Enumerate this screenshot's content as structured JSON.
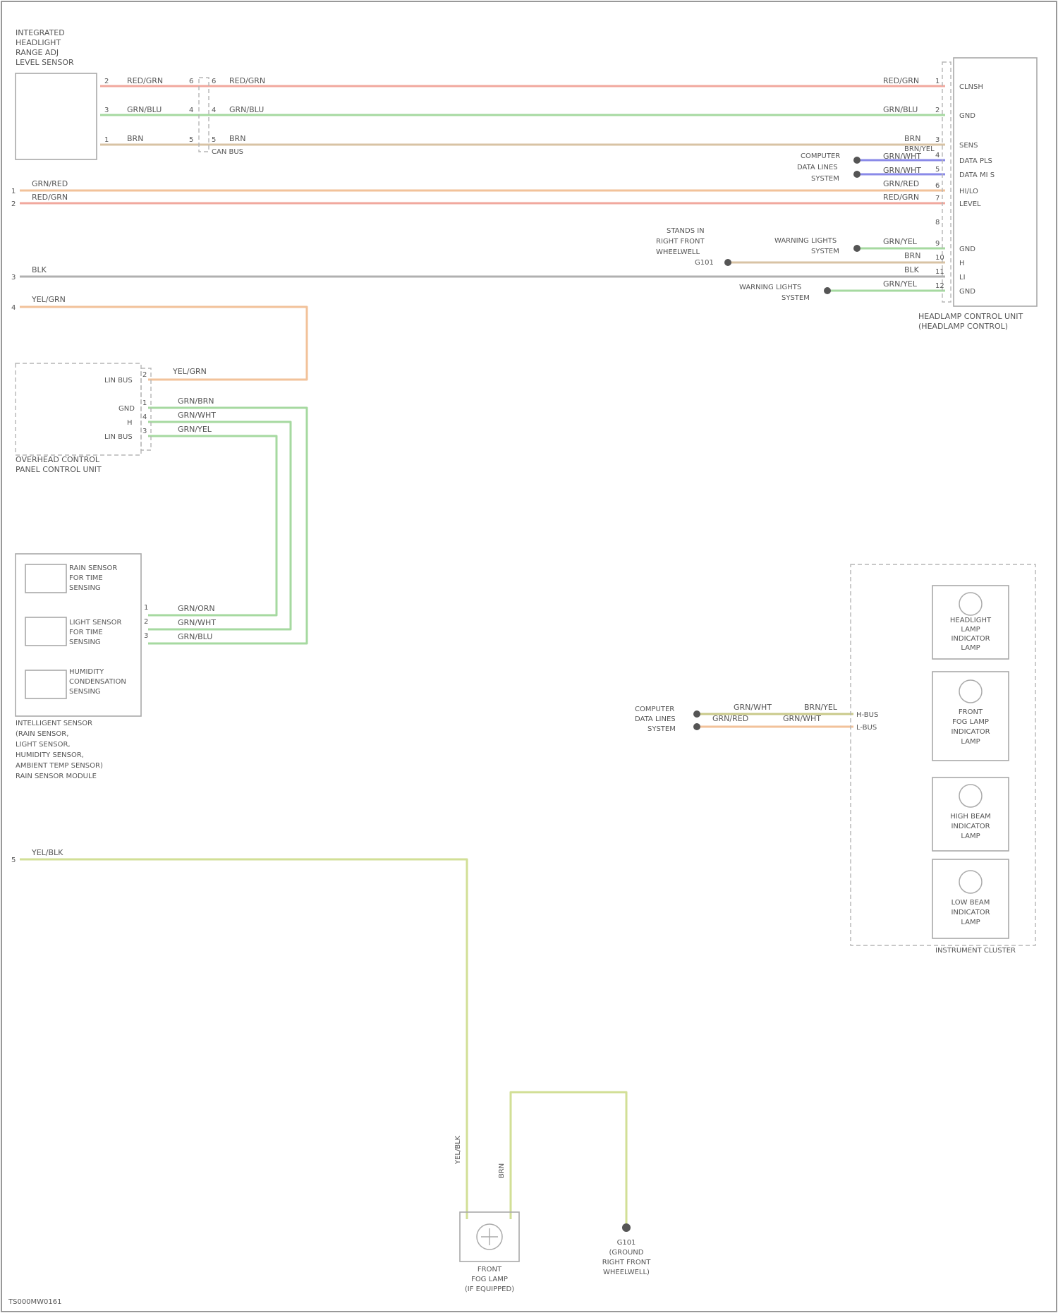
{
  "page": {
    "footer_code": "TS000MW0161",
    "colors": {
      "red": "#f1a89e",
      "green": "#a6d9a0",
      "brown": "#d8c3a4",
      "orange": "#f2c29a",
      "grey": "#b0b0b0",
      "yellow": "#e9d98f",
      "yellow_green": "#d2df96",
      "blue": "#8a8ae8",
      "olive": "#c9c98a"
    }
  },
  "components": {
    "rear_sensor": {
      "lines": [
        "INTEGRATED",
        "HEADLIGHT",
        "RANGE ADJ",
        "LEVEL SENSOR"
      ]
    },
    "headlamp_unit": {
      "lines": [
        "HEADLAMP CONTROL UNIT",
        "(HEADLAMP CONTROL)"
      ]
    },
    "control_panel": {
      "lines": [
        "OVERHEAD CONTROL",
        "PANEL CONTROL UNIT"
      ]
    },
    "sensor_cluster": {
      "lines": [
        "INTELLIGENT SENSOR",
        "(RAIN SENSOR,",
        "LIGHT SENSOR,",
        "HUMIDITY SENSOR,",
        "AMBIENT TEMP SENSOR)",
        "RAIN SENSOR MODULE"
      ],
      "sub": [
        {
          "lines": [
            "RAIN SENSOR",
            "FOR TIME",
            "SENSING"
          ]
        },
        {
          "lines": [
            "LIGHT SENSOR",
            "FOR TIME",
            "SENSING"
          ]
        },
        {
          "lines": [
            "HUMIDITY",
            "CONDENSATION",
            "SENSING"
          ]
        }
      ]
    },
    "instrument_cluster": {
      "label": "INSTRUMENT CLUSTER",
      "lamps": [
        {
          "lines": [
            "HEADLIGHT",
            "LAMP",
            "INDICATOR",
            "LAMP"
          ]
        },
        {
          "lines": [
            "FRONT",
            "FOG LAMP",
            "INDICATOR",
            "LAMP"
          ]
        },
        {
          "lines": [
            "HIGH BEAM",
            "INDICATOR",
            "LAMP"
          ]
        },
        {
          "lines": [
            "LOW BEAM",
            "INDICATOR",
            "LAMP"
          ]
        }
      ]
    },
    "fog_lamp": {
      "lines": [
        "FRONT",
        "FOG LAMP",
        "(IF EQUIPPED)"
      ]
    },
    "ground": {
      "lines": [
        "G101",
        "(GROUND",
        "RIGHT FRONT",
        "WHEELWELL)"
      ]
    }
  },
  "wires": {
    "top_red": "RED/GRN",
    "top_green": "GRN/BLU",
    "top_brown": "BRN",
    "top_brown_2": "BRN/YEL",
    "orange": "GRN/RED",
    "red_side": "RED/GRN",
    "grey": "BLK",
    "panel_feed": "YEL/GRN",
    "panel_feed_2": "YEL/GRN",
    "panel_bus_1": "GRN/BRN",
    "panel_bus_2": "GRN/WHT",
    "panel_bus_3": "GRN/YEL",
    "sensor_bus_1": "GRN/ORN",
    "sensor_bus_2": "GRN/WHT",
    "sensor_bus_3": "GRN/BLU",
    "fog_feed": "YEL/BLK",
    "fog_drop": "YEL/BLK",
    "ground_drop": "BRN",
    "cluster_a": "GRN/WHT",
    "cluster_b": "BRN/YEL",
    "cluster_c": "GRN/RED",
    "hl_feed_1": "GRN/WHT",
    "hl_feed_2": "BRN",
    "hl_feed_3": "BLK",
    "hl_feed_4": "GRN/YEL"
  },
  "pins": {
    "s1": "2",
    "s2": "3",
    "s3": "1",
    "c1": "6",
    "c2": "4",
    "c3": "5",
    "e1": "1",
    "e2": "2",
    "e3": "3",
    "e4": "4",
    "e5": "5",
    "p1": "2",
    "p2": "1",
    "p3": "4",
    "p4": "3",
    "p5": "9",
    "ss1": "1",
    "ss2": "2",
    "ss3": "3",
    "h1": "1",
    "h2": "2",
    "h3": "3",
    "h4": "4",
    "h5": "5",
    "h6": "6",
    "h7": "7",
    "h8": "8",
    "h9": "9",
    "h10": "10",
    "h11": "11",
    "h12": "12"
  },
  "terminals": {
    "t_hl_1": "CLNSH",
    "t_hl_2": "GND",
    "t_hl_3": "SENS",
    "t_hl_4": "DATA PLS",
    "t_hl_5": "DATA MI S",
    "t_hl_6": "HI/LO",
    "t_hl_7": "LEVEL",
    "t_hl_8": "GND",
    "t_hl_9": "H",
    "t_hl_10": "LI",
    "t_hl_11": "GND",
    "t_panel_1": "LIN BUS",
    "t_panel_2": "GND",
    "t_panel_3": "H",
    "t_panel_4": "LIN BUS",
    "t_ic_1": "H-BUS",
    "t_ic_2": "L-BUS"
  },
  "notes": {
    "left_splice": "CAN BUS",
    "n_hl_1": "COMPUTER",
    "n_hl_2": "DATA LINES",
    "n_hl_3": "SYSTEM",
    "n_hl_4": "STANDS IN",
    "n_hl_5": "RIGHT FRONT",
    "n_hl_6": "WHEELWELL",
    "n_hl_7": "G101",
    "n_warn_1": "WARNING LIGHTS",
    "n_warn_2": "SYSTEM",
    "n_warn_3": "WARNING LIGHTS",
    "n_warn_4": "SYSTEM",
    "n_ic_1": "COMPUTER",
    "n_ic_2": "DATA LINES",
    "n_ic_3": "SYSTEM"
  }
}
